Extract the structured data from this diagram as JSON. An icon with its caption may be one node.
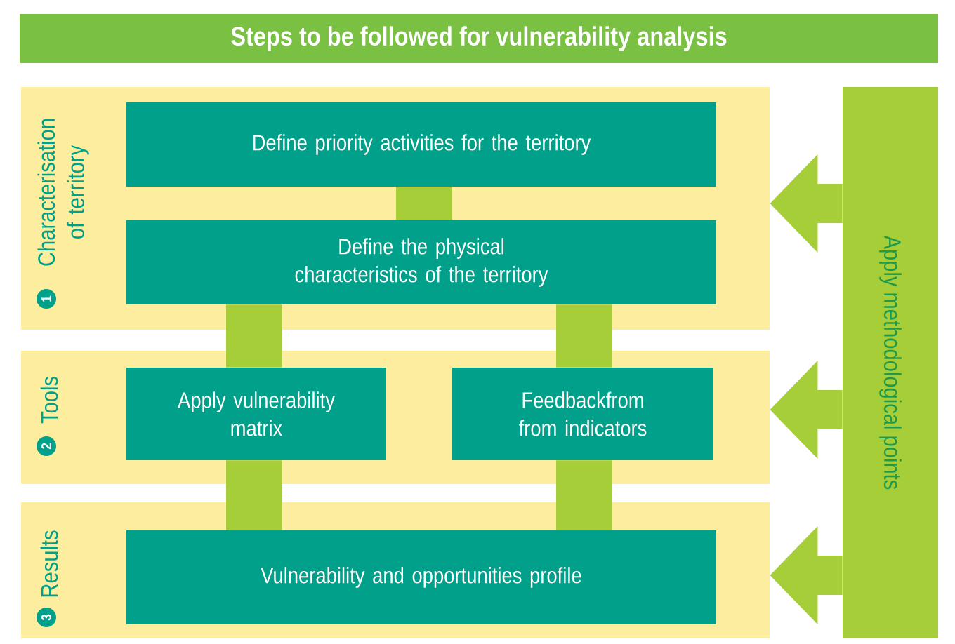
{
  "diagram": {
    "title": "Steps to be followed for vulnerability analysis",
    "nodes": [
      {
        "text": [
          "1",
          "Characterisation of territory"
        ]
      },
      {
        "text": [
          "Define priority activities for the territory"
        ],
        "in": 0
      },
      {
        "text": [
          "Define the physical characteristics of the territory"
        ],
        "in": 0
      },
      {
        "text": [
          "2",
          "Tools"
        ]
      },
      {
        "text": [
          "Apply vulnerability matrix"
        ],
        "in": 3
      },
      {
        "text": [
          "Feedbackfrom from indicators"
        ],
        "in": 3
      },
      {
        "text": [
          "3",
          "Results"
        ]
      },
      {
        "text": [
          "Vulnerability and opportunities profile"
        ],
        "in": 6
      },
      {
        "text": [
          "Apply methodological points"
        ]
      }
    ],
    "edges": [
      {
        "from": 1,
        "to": 2,
        "arrow": "none"
      },
      {
        "from": 2,
        "to": 4,
        "arrow": "none"
      },
      {
        "from": 2,
        "to": 5,
        "arrow": "none"
      },
      {
        "from": 4,
        "to": 7,
        "arrow": "none"
      },
      {
        "from": 5,
        "to": 7,
        "arrow": "none"
      },
      {
        "from": 8,
        "to": 0,
        "arrow": "to"
      },
      {
        "from": 8,
        "to": 3,
        "arrow": "to"
      },
      {
        "from": 8,
        "to": 6,
        "arrow": "to"
      }
    ]
  }
}
